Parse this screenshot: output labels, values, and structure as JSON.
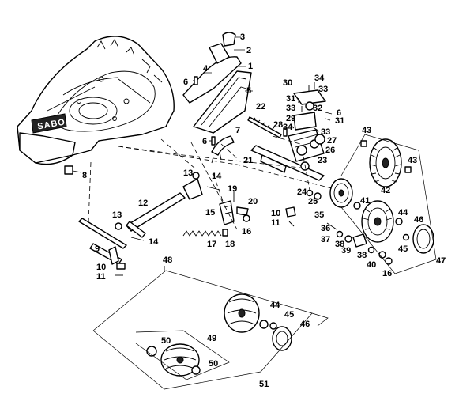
{
  "brand_plate": "SABO",
  "callouts": [
    {
      "key": "p1",
      "number": "1"
    },
    {
      "key": "p2",
      "number": "2"
    },
    {
      "key": "p3",
      "number": "3"
    },
    {
      "key": "p4",
      "number": "4"
    },
    {
      "key": "p5",
      "number": "5"
    },
    {
      "key": "p6a",
      "number": "6"
    },
    {
      "key": "p6b",
      "number": "6"
    },
    {
      "key": "p6c",
      "number": "6"
    },
    {
      "key": "p7",
      "number": "7"
    },
    {
      "key": "p8",
      "number": "8"
    },
    {
      "key": "p9",
      "number": "9"
    },
    {
      "key": "p10a",
      "number": "10"
    },
    {
      "key": "p10b",
      "number": "10"
    },
    {
      "key": "p11a",
      "number": "11"
    },
    {
      "key": "p11b",
      "number": "11"
    },
    {
      "key": "p12",
      "number": "12"
    },
    {
      "key": "p13a",
      "number": "13"
    },
    {
      "key": "p13b",
      "number": "13"
    },
    {
      "key": "p14a",
      "number": "14"
    },
    {
      "key": "p14b",
      "number": "14"
    },
    {
      "key": "p15",
      "number": "15"
    },
    {
      "key": "p16a",
      "number": "16"
    },
    {
      "key": "p16b",
      "number": "16"
    },
    {
      "key": "p17",
      "number": "17"
    },
    {
      "key": "p18",
      "number": "18"
    },
    {
      "key": "p19",
      "number": "19"
    },
    {
      "key": "p20",
      "number": "20"
    },
    {
      "key": "p21",
      "number": "21"
    },
    {
      "key": "p22",
      "number": "22"
    },
    {
      "key": "p23",
      "number": "23"
    },
    {
      "key": "p24",
      "number": "24"
    },
    {
      "key": "p25",
      "number": "25"
    },
    {
      "key": "p26",
      "number": "26"
    },
    {
      "key": "p27",
      "number": "27"
    },
    {
      "key": "p28",
      "number": "28"
    },
    {
      "key": "p29",
      "number": "29"
    },
    {
      "key": "p30",
      "number": "30"
    },
    {
      "key": "p31a",
      "number": "31"
    },
    {
      "key": "p31b",
      "number": "31"
    },
    {
      "key": "p32",
      "number": "32"
    },
    {
      "key": "p33a",
      "number": "33"
    },
    {
      "key": "p33b",
      "number": "33"
    },
    {
      "key": "p33c",
      "number": "33"
    },
    {
      "key": "p34a",
      "number": "34"
    },
    {
      "key": "p34b",
      "number": "34"
    },
    {
      "key": "p35",
      "number": "35"
    },
    {
      "key": "p36",
      "number": "36"
    },
    {
      "key": "p37",
      "number": "37"
    },
    {
      "key": "p38a",
      "number": "38"
    },
    {
      "key": "p38b",
      "number": "38"
    },
    {
      "key": "p39",
      "number": "39"
    },
    {
      "key": "p40",
      "number": "40"
    },
    {
      "key": "p41",
      "number": "41"
    },
    {
      "key": "p42",
      "number": "42"
    },
    {
      "key": "p43a",
      "number": "43"
    },
    {
      "key": "p43b",
      "number": "43"
    },
    {
      "key": "p44a",
      "number": "44"
    },
    {
      "key": "p44b",
      "number": "44"
    },
    {
      "key": "p45a",
      "number": "45"
    },
    {
      "key": "p45b",
      "number": "45"
    },
    {
      "key": "p46a",
      "number": "46"
    },
    {
      "key": "p46b",
      "number": "46"
    },
    {
      "key": "p47",
      "number": "47"
    },
    {
      "key": "p48",
      "number": "48"
    },
    {
      "key": "p49",
      "number": "49"
    },
    {
      "key": "p50a",
      "number": "50"
    },
    {
      "key": "p50b",
      "number": "50"
    },
    {
      "key": "p51",
      "number": "51"
    }
  ]
}
